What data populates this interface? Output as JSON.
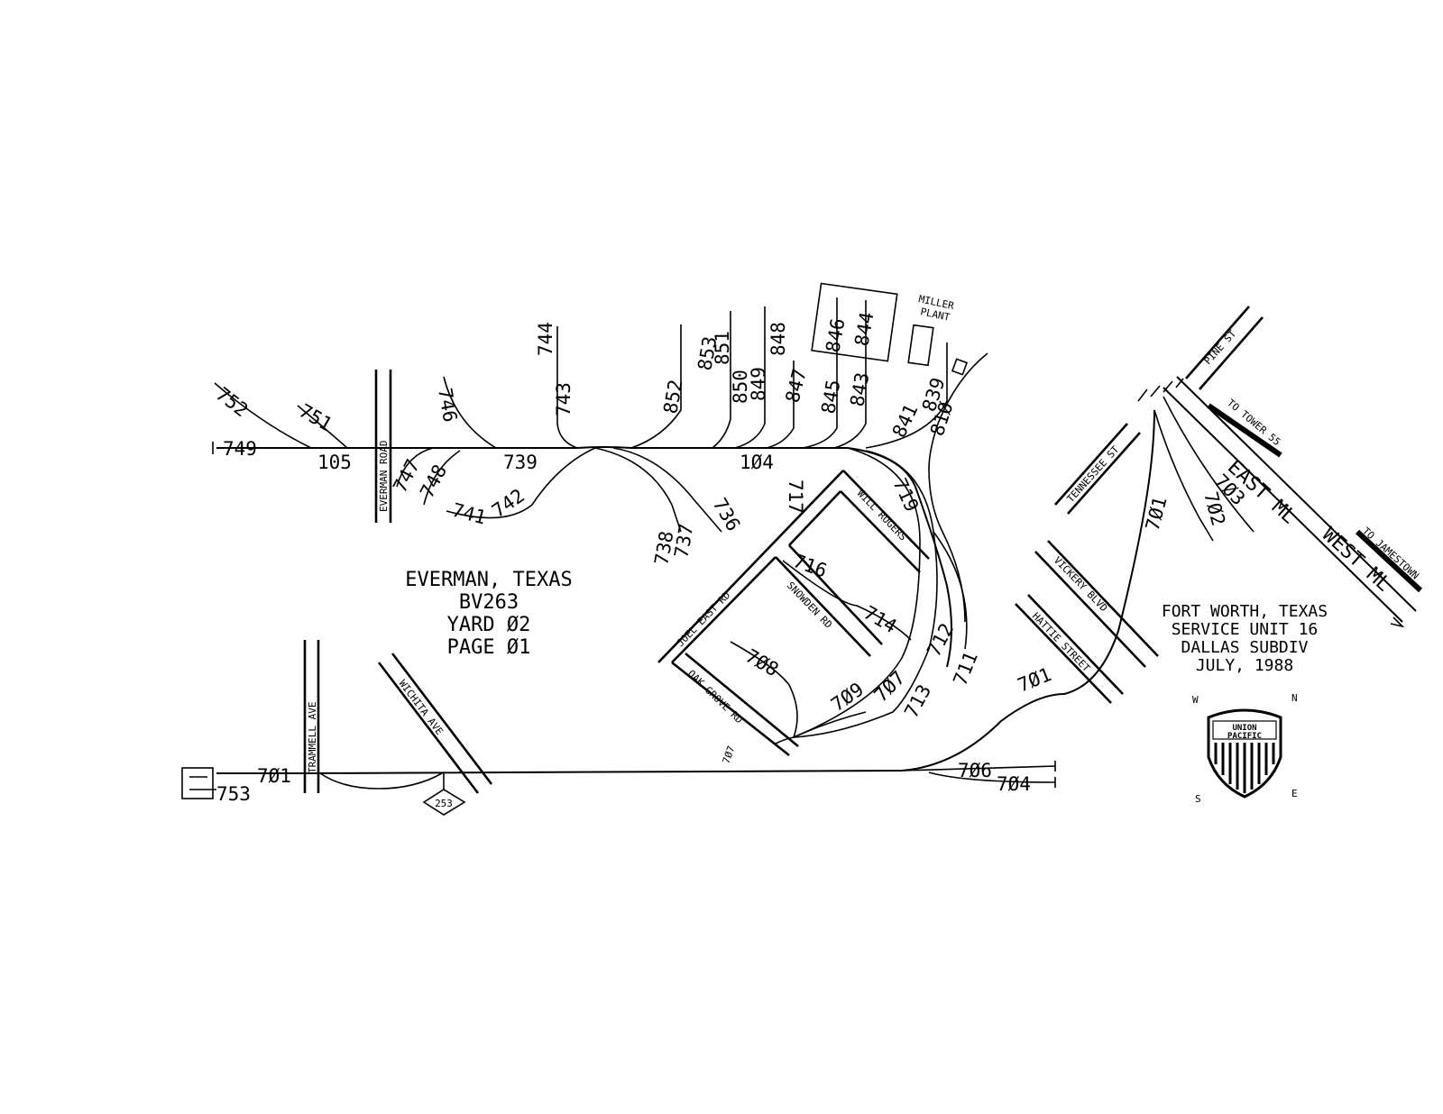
{
  "left_title": {
    "line1": "EVERMAN, TEXAS",
    "line2": "BV263",
    "line3": "YARD Ø2",
    "line4": "PAGE Ø1"
  },
  "right_title": {
    "line1": "FORT WORTH, TEXAS",
    "line2": "SERVICE UNIT 16",
    "line3": "DALLAS SUBDIV",
    "line4": "JULY, 1988"
  },
  "streets": {
    "everman_road": "EVERMAN ROAD",
    "trammell_ave": "TRAMMELL AVE",
    "wichita_ave": "WICHITA AVE",
    "joel_east_rd": "JOEL EAST RD",
    "oak_grove_rd": "OAK GROVE RD",
    "snowden_rd": "SNOWDEN RD",
    "will_rogers": "WILL ROGERS",
    "vickery_blvd": "VICKERY BLVD",
    "hattie_street": "HATTIE STREET",
    "tennessee_st": "TENNESSEE ST",
    "pine_st": "PINE ST",
    "highway_shield": "253"
  },
  "labels": {
    "miller_plant_1": "MILLER",
    "miller_plant_2": "PLANT",
    "to_tower_55": "TO TOWER 55",
    "to_jamestown": "TO JAMESTOWN",
    "east_ml": "EAST ML",
    "west_ml": "WEST ML",
    "union_pacific_1": "UNION",
    "union_pacific_2": "PACIFIC"
  },
  "compass": {
    "west": "W",
    "north": "N",
    "south": "S",
    "east": "E"
  },
  "tracks": {
    "t752": "752",
    "t751": "751",
    "t749": "749",
    "t105": "105",
    "t746": "746",
    "t747": "747",
    "t748": "748",
    "t741": "741",
    "t742": "742",
    "t739": "739",
    "t744": "744",
    "t743": "743",
    "t852": "852",
    "t853": "853",
    "t851": "851",
    "t850": "850",
    "t849": "849",
    "t848": "848",
    "t847": "847",
    "t846": "846",
    "t845": "845",
    "t844": "844",
    "t843": "843",
    "t841": "841",
    "t839": "839",
    "t810": "81Ø",
    "t104": "1Ø4",
    "t738": "738",
    "t737": "737",
    "t736": "736",
    "t717": "717",
    "t719": "719",
    "t716": "716",
    "t714": "714",
    "t708": "7Ø8",
    "t709": "7Ø9",
    "t707": "7Ø7",
    "t712": "712",
    "t713": "713",
    "t711": "711",
    "t701a": "7Ø1",
    "t701b": "7Ø1",
    "t701c": "7Ø1",
    "t702": "7Ø2",
    "t703": "7Ø3",
    "t706": "7Ø6",
    "t704": "7Ø4",
    "t753": "753",
    "t707b": "7Ø7"
  }
}
